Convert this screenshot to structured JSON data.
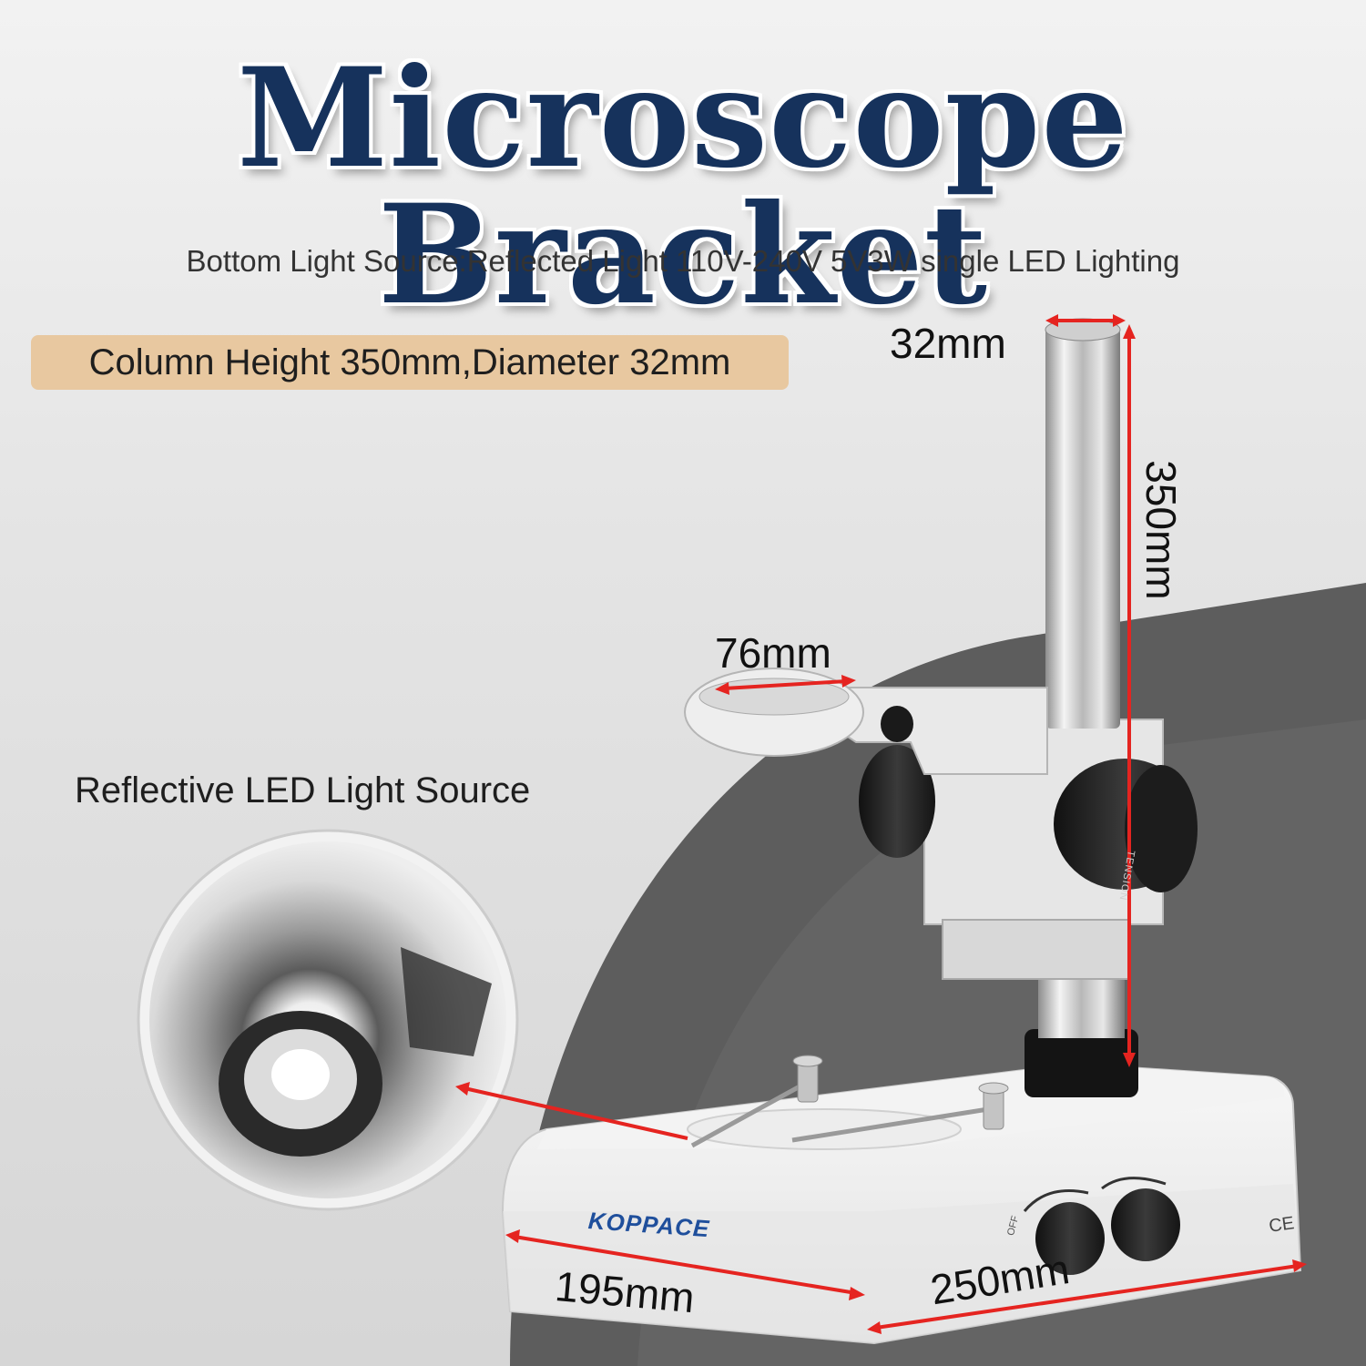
{
  "title": "Microscope Bracket",
  "subtitle": "Bottom Light Source:Reflected Light 110V-240V 5V3W single LED Lighting",
  "spec_badge": "Column Height 350mm,Diameter 32mm",
  "led_label": "Reflective LED Light Source",
  "dimensions": {
    "column_diameter": "32mm",
    "column_height": "350mm",
    "holder_diameter": "76mm",
    "base_depth": "195mm",
    "base_width": "250mm"
  },
  "brand_logo": "KOPPACE",
  "knob_text": "TENSION",
  "switch_off": "OFF",
  "certification": "CE",
  "colors": {
    "title": "#16325c",
    "badge": "#e8c8a0",
    "arrow": "#e52420",
    "dark_shadow": "#5a5a5a"
  }
}
